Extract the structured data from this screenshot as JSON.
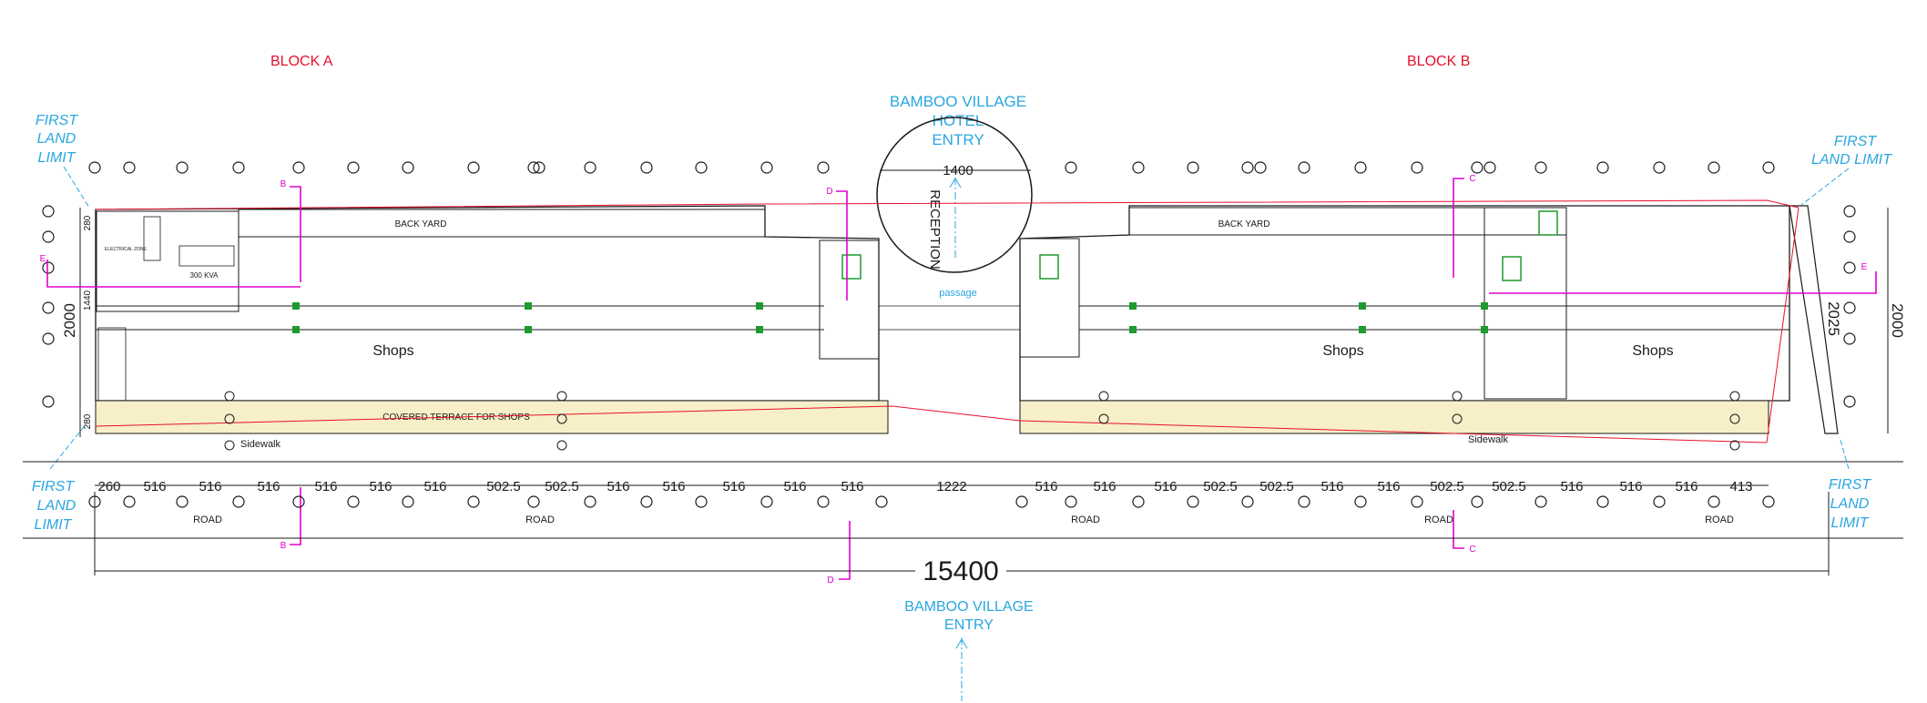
{
  "blocks": {
    "a": "BLOCK A",
    "b": "BLOCK B"
  },
  "land_limit": "FIRST LAND LIMIT",
  "land_limit_lines": [
    "FIRST",
    "LAND",
    "LIMIT"
  ],
  "hotel_entry_lines": [
    "BAMBOO VILLAGE",
    "HOTEL",
    "ENTRY"
  ],
  "village_entry_lines": [
    "BAMBOO VILLAGE",
    "ENTRY"
  ],
  "reception": "RECEPTION",
  "passage": "passage",
  "back_yard": "BACK YARD",
  "shops": "Shops",
  "covered_terrace": "COVERED TERRACE FOR SHOPS",
  "sidewalk": "Sidewalk",
  "road": "ROAD",
  "total_length": "15400",
  "hotel_dim": "1400",
  "side_dims": {
    "left": "2000",
    "right_inner": "2025",
    "right_outer": "2000",
    "left_small_top": "280",
    "left_small_bottom": "280",
    "left_mid": "1440"
  },
  "bottom_dims": [
    "260",
    "516",
    "516",
    "516",
    "516",
    "516",
    "516",
    "502.5",
    "502.5",
    "516",
    "516",
    "516",
    "516",
    "516",
    "1222",
    "516",
    "516",
    "516",
    "502.5",
    "502.5",
    "516",
    "516",
    "502.5",
    "502.5",
    "516",
    "516",
    "516",
    "413"
  ],
  "electrical": {
    "kva": "300 KVA",
    "zone": "ELECTRICAL ZONE"
  },
  "section_marks": {
    "b": "B",
    "c": "C",
    "d": "D",
    "e": "E"
  },
  "colors": {
    "block_label": "#e8102a",
    "annotation": "#2aa6e0",
    "section": "#e000d0",
    "line": "#1a1a1a",
    "terrace": "#f6efc8",
    "column": "#1e9a2e",
    "red_line": "#e8102a"
  }
}
